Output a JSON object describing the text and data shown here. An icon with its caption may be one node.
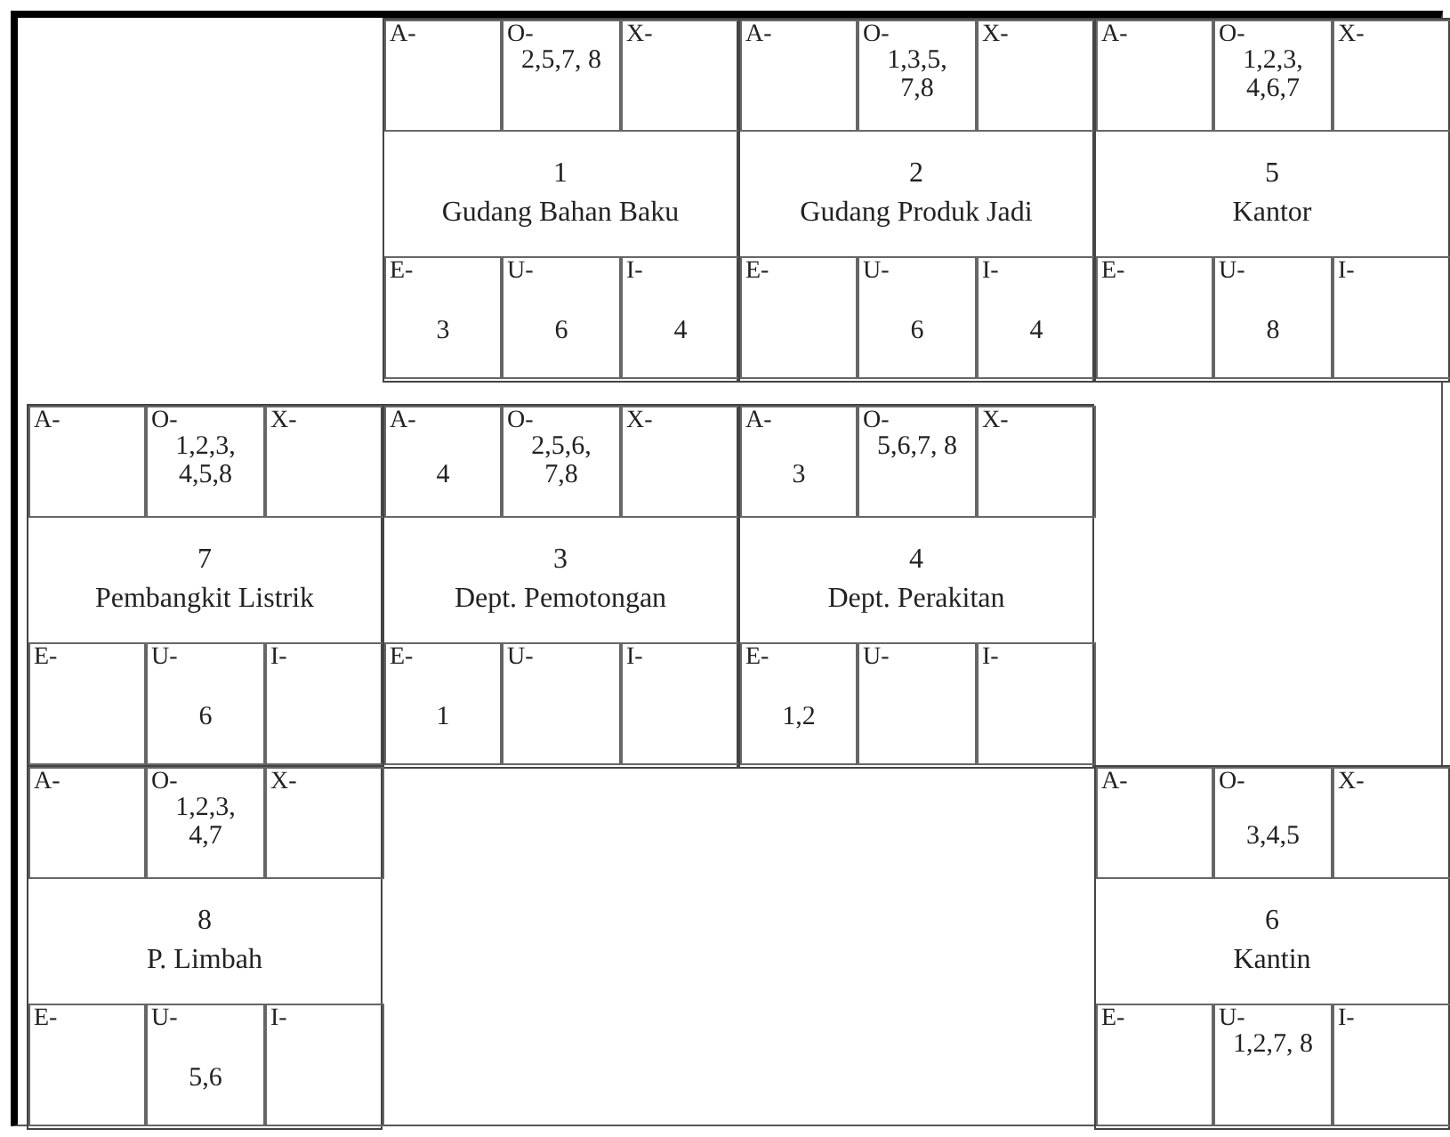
{
  "diagram": {
    "nodes": [
      {
        "text": [
          "1",
          "Gudang Bahan Baku"
        ]
      },
      {
        "text": [
          "A-"
        ],
        "in": 0
      },
      {
        "text": [
          "O-",
          "2,5,7, 8"
        ],
        "in": 0
      },
      {
        "text": [
          "X-"
        ],
        "in": 0
      },
      {
        "text": [
          "E-",
          "3"
        ],
        "in": 0
      },
      {
        "text": [
          "U-",
          "6"
        ],
        "in": 0
      },
      {
        "text": [
          "I-",
          "4"
        ],
        "in": 0
      },
      {
        "text": [
          "2",
          "Gudang Produk Jadi"
        ]
      },
      {
        "text": [
          "A-"
        ],
        "in": 7
      },
      {
        "text": [
          "O-",
          "1,3,5, 7,8"
        ],
        "in": 7
      },
      {
        "text": [
          "X-"
        ],
        "in": 7
      },
      {
        "text": [
          "E-"
        ],
        "in": 7
      },
      {
        "text": [
          "U-",
          "6"
        ],
        "in": 7
      },
      {
        "text": [
          "I-",
          "4"
        ],
        "in": 7
      },
      {
        "text": [
          "5",
          "Kantor"
        ]
      },
      {
        "text": [
          "A-"
        ],
        "in": 14
      },
      {
        "text": [
          "O-",
          "1,2,3, 4,6,7"
        ],
        "in": 14
      },
      {
        "text": [
          "X-"
        ],
        "in": 14
      },
      {
        "text": [
          "E-"
        ],
        "in": 14
      },
      {
        "text": [
          "U-",
          "8"
        ],
        "in": 14
      },
      {
        "text": [
          "I-"
        ],
        "in": 14
      },
      {
        "text": [
          "7",
          "Pembangkit Listrik"
        ]
      },
      {
        "text": [
          "A-"
        ],
        "in": 21
      },
      {
        "text": [
          "O-",
          "1,2,3, 4,5,8"
        ],
        "in": 21
      },
      {
        "text": [
          "X-"
        ],
        "in": 21
      },
      {
        "text": [
          "E-"
        ],
        "in": 21
      },
      {
        "text": [
          "U-",
          "6"
        ],
        "in": 21
      },
      {
        "text": [
          "I-"
        ],
        "in": 21
      },
      {
        "text": [
          "3",
          "Dept. Pemotongan"
        ]
      },
      {
        "text": [
          "A-",
          "4"
        ],
        "in": 28
      },
      {
        "text": [
          "O-",
          "2,5,6, 7,8"
        ],
        "in": 28
      },
      {
        "text": [
          "X-"
        ],
        "in": 28
      },
      {
        "text": [
          "E-",
          "1"
        ],
        "in": 28
      },
      {
        "text": [
          "U-"
        ],
        "in": 28
      },
      {
        "text": [
          "I-"
        ],
        "in": 28
      },
      {
        "text": [
          "4",
          "Dept. Perakitan"
        ]
      },
      {
        "text": [
          "A-",
          "3"
        ],
        "in": 35
      },
      {
        "text": [
          "O-",
          "5,6,7, 8"
        ],
        "in": 35
      },
      {
        "text": [
          "X-"
        ],
        "in": 35
      },
      {
        "text": [
          "E-",
          "1,2"
        ],
        "in": 35
      },
      {
        "text": [
          "U-"
        ],
        "in": 35
      },
      {
        "text": [
          "I-"
        ],
        "in": 35
      },
      {
        "text": [
          "8",
          "P. Limbah"
        ]
      },
      {
        "text": [
          "A-"
        ],
        "in": 42
      },
      {
        "text": [
          "O-",
          "1,2,3, 4,7"
        ],
        "in": 42
      },
      {
        "text": [
          "X-"
        ],
        "in": 42
      },
      {
        "text": [
          "E-"
        ],
        "in": 42
      },
      {
        "text": [
          "U-",
          "5,6"
        ],
        "in": 42
      },
      {
        "text": [
          "I-"
        ],
        "in": 42
      },
      {
        "text": [
          "6",
          "Kantin"
        ]
      },
      {
        "text": [
          "A-"
        ],
        "in": 49
      },
      {
        "text": [
          "O-",
          "3,4,5"
        ],
        "in": 49
      },
      {
        "text": [
          "X-"
        ],
        "in": 49
      },
      {
        "text": [
          "E-"
        ],
        "in": 49
      },
      {
        "text": [
          "U-",
          "1,2,7, 8"
        ],
        "in": 49
      },
      {
        "text": [
          "I-"
        ],
        "in": 49
      }
    ]
  }
}
